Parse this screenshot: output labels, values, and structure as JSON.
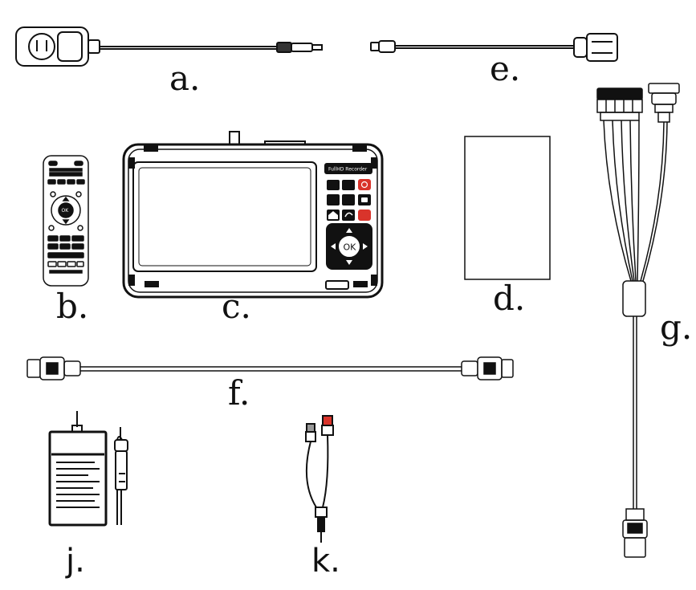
{
  "items": {
    "a": {
      "label": "a."
    },
    "b": {
      "label": "b."
    },
    "c": {
      "label": "c."
    },
    "d": {
      "label": "d."
    },
    "e": {
      "label": "e."
    },
    "f": {
      "label": "f."
    },
    "g": {
      "label": "g."
    },
    "j": {
      "label": "j."
    },
    "k": {
      "label": "k."
    }
  },
  "recorder": {
    "brand": "FullHD Recorder",
    "ok_label": "OK"
  },
  "remote": {
    "ok_label": "OK"
  },
  "colors": {
    "stroke": "#111111",
    "red_button": "#d9342b"
  }
}
